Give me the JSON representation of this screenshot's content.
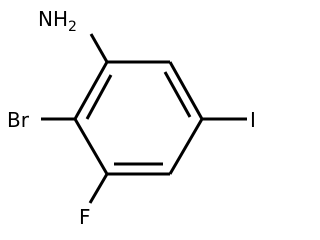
{
  "molecule": {
    "atoms": {
      "amine": {
        "element": "N",
        "hydrogen": "H",
        "hydrogen_count": "2"
      },
      "bromine": "Br",
      "fluorine": "F",
      "iodine": "I"
    },
    "bond_color": "#000000",
    "label_color": "#000000",
    "background": "#ffffff"
  }
}
